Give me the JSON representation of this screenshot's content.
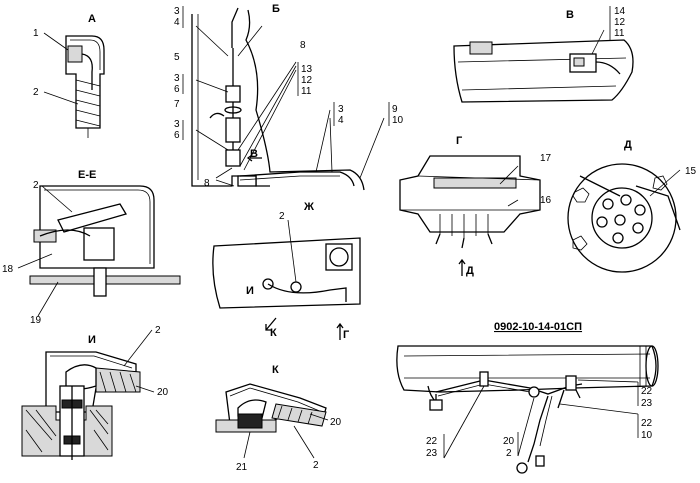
{
  "views": {
    "a": "А",
    "b": "Б",
    "v": "В",
    "ee": "Е-Е",
    "zh": "Ж",
    "g": "Г",
    "d": "Д",
    "i": "И",
    "k": "К"
  },
  "arrows": {
    "b_v": "В",
    "zh_k": "К",
    "zh_g": "Г",
    "g_d": "Д"
  },
  "code": "0902-10-14-01СП",
  "callouts": {
    "a1": "1",
    "a2": "2",
    "b3a": "3",
    "b4a": "4",
    "b5": "5",
    "b8a": "8",
    "b3b": "3",
    "b6a": "6",
    "b13": "13",
    "b12": "12",
    "b11": "11",
    "b7": "7",
    "b3c": "3",
    "b6b": "6",
    "b3d": "3",
    "b4b": "4",
    "b9": "9",
    "b10": "10",
    "b8b": "8",
    "v14": "14",
    "v12": "12",
    "v11": "11",
    "ee2": "2",
    "ee18": "18",
    "ee19": "19",
    "zh2": "2",
    "zh_i": "И",
    "g17": "17",
    "g16": "16",
    "d15": "15",
    "i2": "2",
    "i20": "20",
    "k20": "20",
    "k21": "21",
    "k2": "2",
    "sp22a": "22",
    "sp23a": "23",
    "sp22b": "22",
    "sp10": "10",
    "sp22c": "22",
    "sp23b": "23",
    "sp20": "20",
    "sp2": "2"
  }
}
